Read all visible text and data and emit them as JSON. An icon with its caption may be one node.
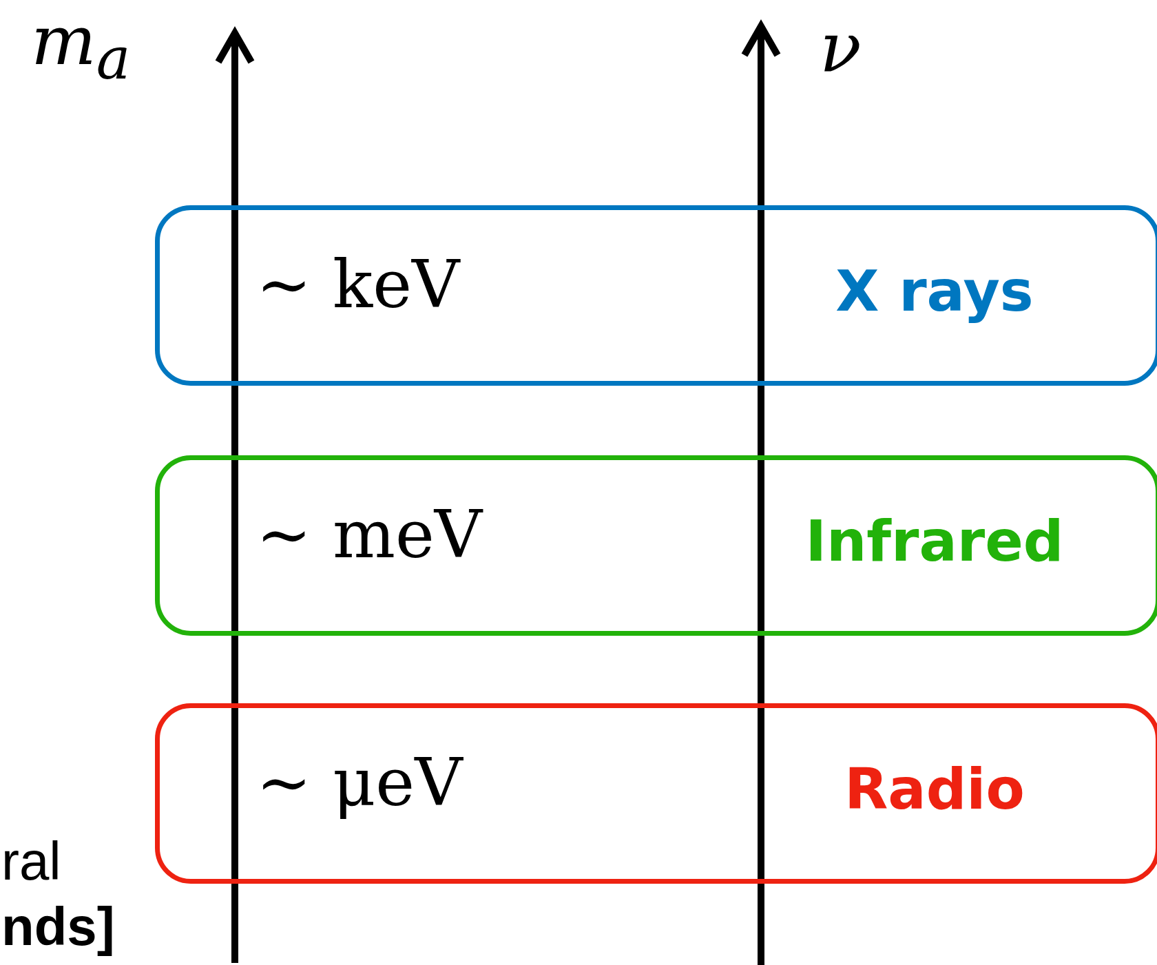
{
  "diagram": {
    "nodes": [
      {
        "text": [
          "∼ keV",
          "X rays"
        ]
      },
      {
        "text": [
          "∼ meV",
          "Infrared"
        ]
      },
      {
        "text": [
          "∼ μeV",
          "Radio"
        ]
      }
    ],
    "labels": [
      "m$_{a}$",
      "ν",
      "ral",
      "nds]"
    ]
  }
}
